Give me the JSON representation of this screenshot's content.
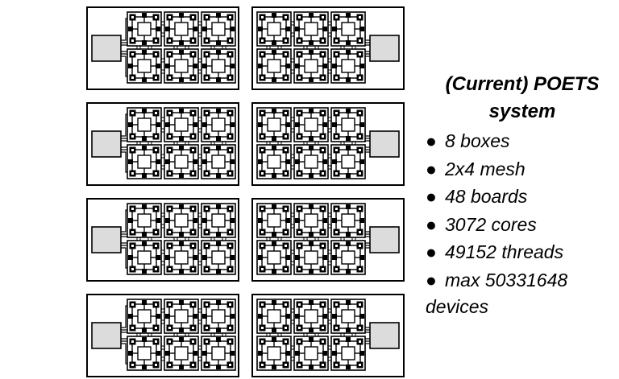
{
  "system": {
    "title_line1": "(Current) POETS",
    "title_line2": "system",
    "bullet_symbol": "●",
    "bullets": [
      "8 boxes",
      "2x4 mesh",
      "48 boards",
      "3072 cores",
      "49152 threads",
      "max 50331648"
    ],
    "last_line": "devices"
  },
  "diagram": {
    "rows": 4,
    "columns": 2,
    "boards_per_box_rows": 2,
    "boards_per_box_cols": 3,
    "stroke_color": "#000000",
    "host_fill": "#dcdcdc",
    "node_fill": "#ffffff"
  }
}
